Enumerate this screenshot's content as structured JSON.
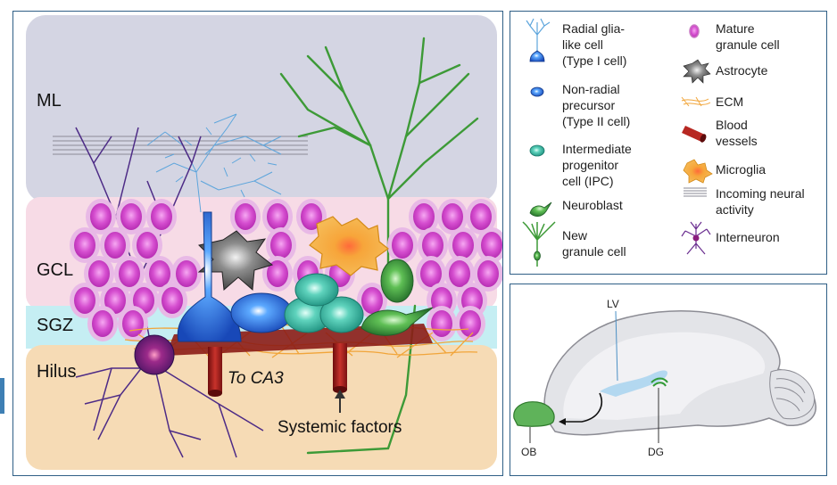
{
  "main": {
    "layers": {
      "ml": "ML",
      "gcl": "GCL",
      "sgz": "SGZ",
      "hilus": "Hilus"
    },
    "annotations": {
      "to_ca3": "To CA3",
      "systemic_factors": "Systemic factors"
    },
    "colors": {
      "ml": "#d4d5e3",
      "gcl": "#f7dbe6",
      "sgz": "#c5eef3",
      "hilus": "#f6dbb5"
    }
  },
  "legend": {
    "left": [
      {
        "icon": "radial-glia-icon",
        "lines": [
          "Radial glia-",
          "like cell",
          "(Type I cell)"
        ]
      },
      {
        "icon": "non-radial-precursor-icon",
        "lines": [
          "Non-radial",
          "precursor",
          "(Type II cell)"
        ]
      },
      {
        "icon": "ipc-icon",
        "lines": [
          "Intermediate",
          "progenitor",
          "cell (IPC)"
        ]
      },
      {
        "icon": "neuroblast-icon",
        "lines": [
          "Neuroblast"
        ]
      },
      {
        "icon": "new-granule-cell-icon",
        "lines": [
          "New",
          "granule cell"
        ]
      }
    ],
    "right": [
      {
        "icon": "mature-granule-cell-icon",
        "lines": [
          "Mature",
          "granule cell"
        ]
      },
      {
        "icon": "astrocyte-icon",
        "lines": [
          "Astrocyte"
        ]
      },
      {
        "icon": "ecm-icon",
        "lines": [
          "ECM"
        ]
      },
      {
        "icon": "blood-vessel-icon",
        "lines": [
          "Blood",
          "vessels"
        ]
      },
      {
        "icon": "microglia-icon",
        "lines": [
          "Microglia"
        ]
      },
      {
        "icon": "incoming-neural-activity-icon",
        "lines": [
          "Incoming neural",
          "activity"
        ]
      },
      {
        "icon": "interneuron-icon",
        "lines": [
          "Interneuron"
        ]
      }
    ]
  },
  "brain": {
    "labels": {
      "lv": "LV",
      "ob": "OB",
      "dg": "DG"
    }
  }
}
